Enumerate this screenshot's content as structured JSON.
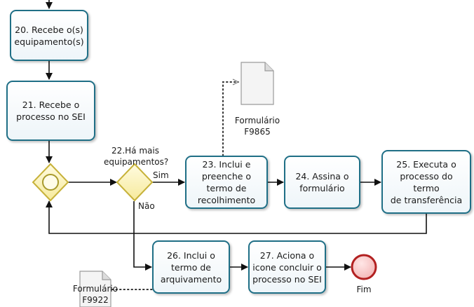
{
  "tasks": {
    "t20": "20. Recebe o(s)\nequipamento(s)",
    "t21": "21. Recebe o\nprocesso no SEI",
    "t23": "23. Inclui e\npreenche o\ntermo de\nrecolhimento",
    "t24": "24. Assina o\nformulário",
    "t25": "25. Executa o\nprocesso do termo\nde transferência",
    "t26": "26. Inclui o\ntermo de\narquivamento",
    "t27": "27. Aciona o\nicone concluir o\nprocesso no SEI"
  },
  "gateway_question": "22.Há mais\nequipamentos?",
  "labels": {
    "yes": "Sim",
    "no": "Não"
  },
  "documents": {
    "doc1": "Formulário\nF9865",
    "doc2": "Formulário\nF9922"
  },
  "end_label": "Fim"
}
